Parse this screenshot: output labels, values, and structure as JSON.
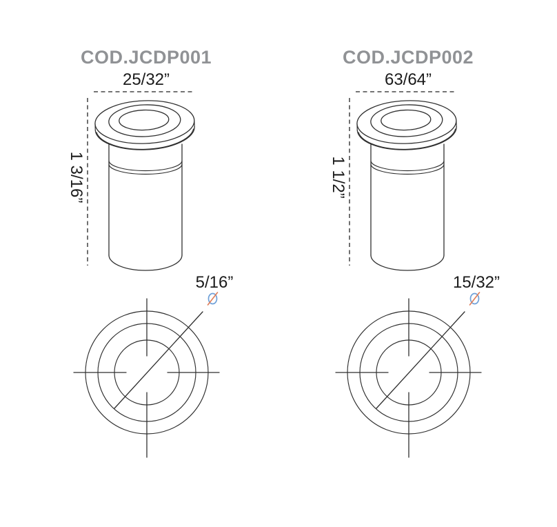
{
  "colors": {
    "title": "#909295",
    "dim": "#1b1b1b",
    "line": "#2f2f2f",
    "dash": "#222222",
    "ring": "#6fa0d8",
    "slash": "#e0805c",
    "bg": "#ffffff"
  },
  "products": [
    {
      "code": "COD.JCDP001",
      "width_label": "25/32”",
      "height_label": "1 3/16”",
      "diameter_label": "5/16”",
      "diameter_symbol": "Ø"
    },
    {
      "code": "COD.JCDP002",
      "width_label": "63/64”",
      "height_label": "1 1/2”",
      "diameter_label": "15/32”",
      "diameter_symbol": "Ø"
    }
  ]
}
